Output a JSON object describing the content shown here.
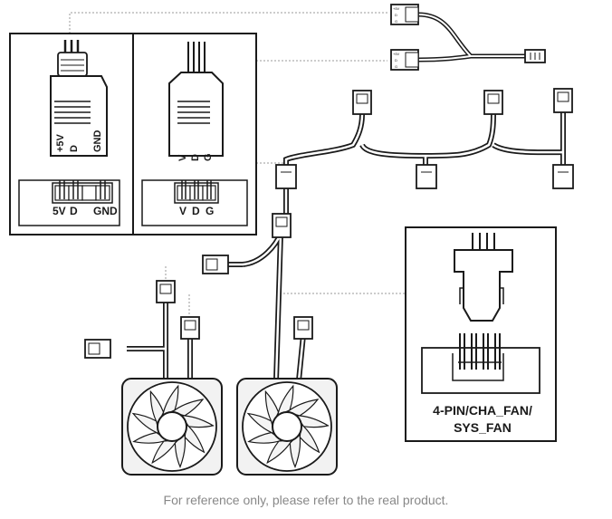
{
  "argb_panel": {
    "plug_pins": [
      "+5V",
      "D",
      "GND"
    ],
    "header_pins": [
      "5V",
      "D",
      "GND"
    ]
  },
  "rgb_panel": {
    "plug_pins": [
      "V",
      "D",
      "G"
    ],
    "header_pins": [
      "V",
      "D",
      "G"
    ]
  },
  "splitter_cable": {
    "plug_a_pins": [
      "+5V",
      "D",
      "G"
    ],
    "plug_b_pins": [
      "+5V",
      "D",
      "G"
    ]
  },
  "fan_header_panel": {
    "label_line1": "4-PIN/CHA_FAN/",
    "label_line2": "SYS_FAN"
  },
  "footer": {
    "note": "For reference only, please refer to the real product."
  },
  "colors": {
    "line": "#1a1a1a",
    "dotted_leader": "#999999",
    "note_text": "#888888"
  }
}
